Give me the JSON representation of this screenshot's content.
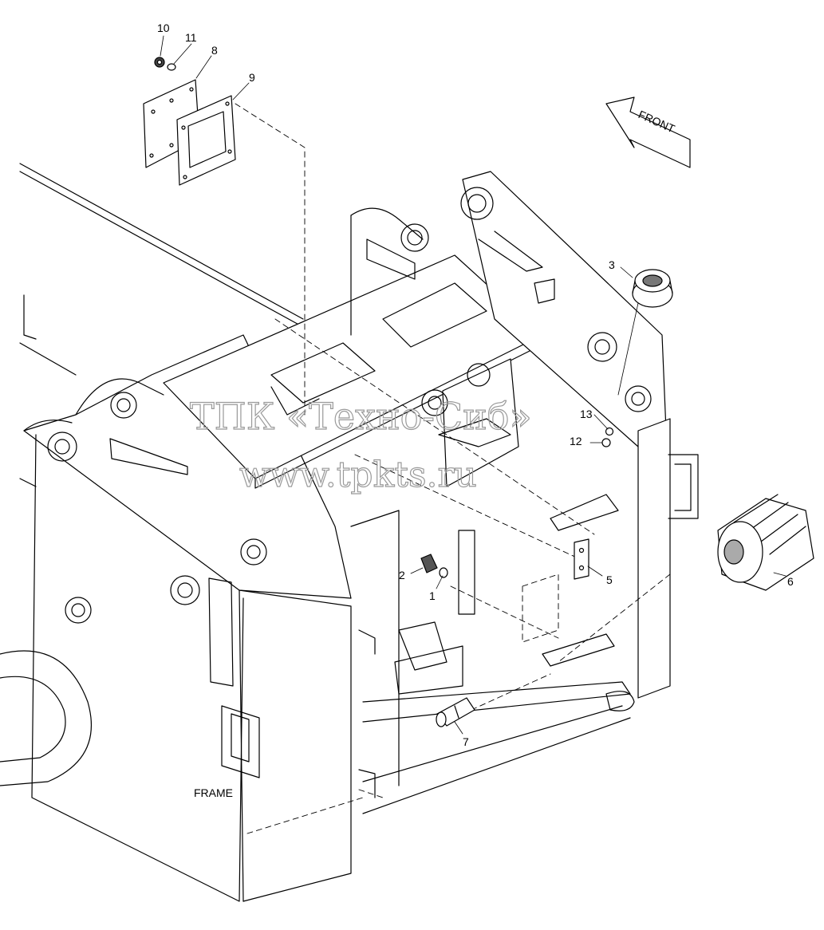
{
  "diagram": {
    "callouts": [
      "1",
      "2",
      "3",
      "5",
      "6",
      "7",
      "8",
      "9",
      "10",
      "11",
      "12",
      "13"
    ],
    "front_label": "FRONT",
    "frame_label": "FRAME",
    "watermark_line1": "ТПК «Техно-Сиб»",
    "watermark_line2": "www.tpkts.ru"
  }
}
